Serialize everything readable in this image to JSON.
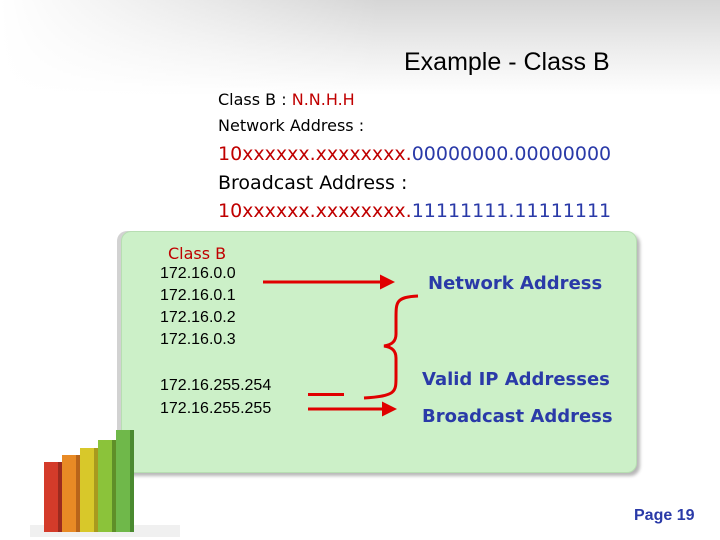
{
  "slide": {
    "title": "Example - Class  B",
    "page_label": "Page 19"
  },
  "definition": {
    "class_prefix": "Class B : ",
    "class_pattern": "N.N.H.H",
    "network_label": "Network Address :",
    "network_bits_host": "10xxxxxx.xxxxxxxx.",
    "network_bits_net": "00000000.00000000",
    "broadcast_label": "Broadcast Address :",
    "broadcast_bits_host": "10xxxxxx.xxxxxxxx.",
    "broadcast_bits_net": "11111111.11111111"
  },
  "example": {
    "heading": "Class B",
    "addresses": [
      "172.16.0.0",
      "172.16.0.1",
      "172.16.0.2",
      "172.16.0.3"
    ],
    "addresses_end": [
      "172.16.255.254",
      "172.16.255.255"
    ],
    "network_label": "Network Address",
    "valid_label": "Valid IP Addresses",
    "broadcast_label": "Broadcast Address"
  },
  "colors": {
    "accent_red": "#c00000",
    "accent_blue": "#2a3aa8",
    "panel_green": "#ccf0c8",
    "arrow_red": "#e00000"
  }
}
